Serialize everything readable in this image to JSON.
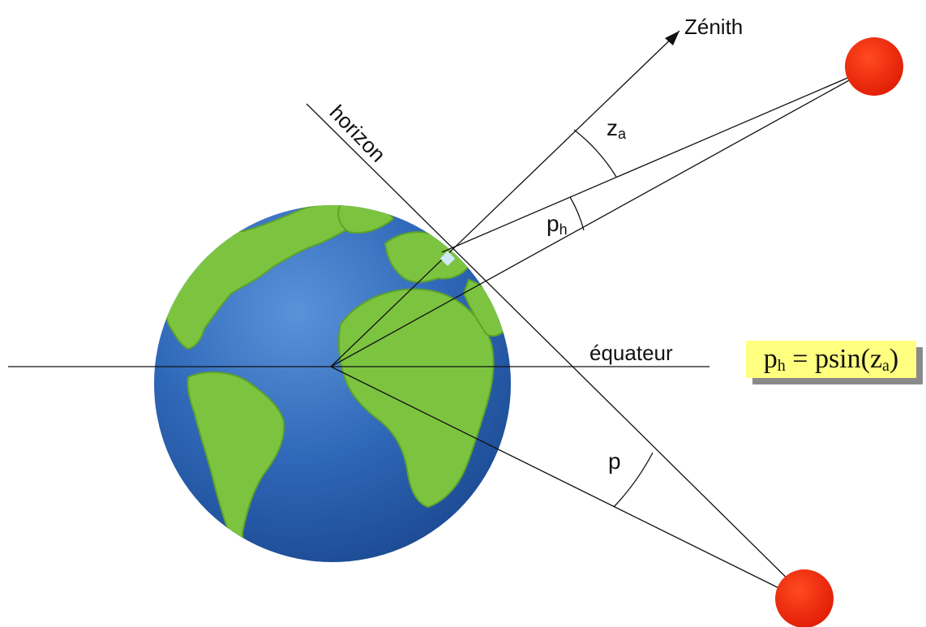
{
  "labels": {
    "zenith": "Zénith",
    "horizon": "horizon",
    "equator": "équateur",
    "za_main": "z",
    "za_sub": "a",
    "ph_main": "p",
    "ph_sub": "h",
    "p": "p"
  },
  "formula": {
    "lhs_main": "p",
    "lhs_sub": "h",
    "equals": " = ",
    "mid": "psin(z",
    "rhs_sub": "a",
    "close": ")"
  },
  "colors": {
    "ocean": "#2f68b8",
    "land": "#7cc440",
    "sun": "#f0250c",
    "formula_bg": "#ffff80",
    "formula_shadow": "#8a8a8a"
  }
}
